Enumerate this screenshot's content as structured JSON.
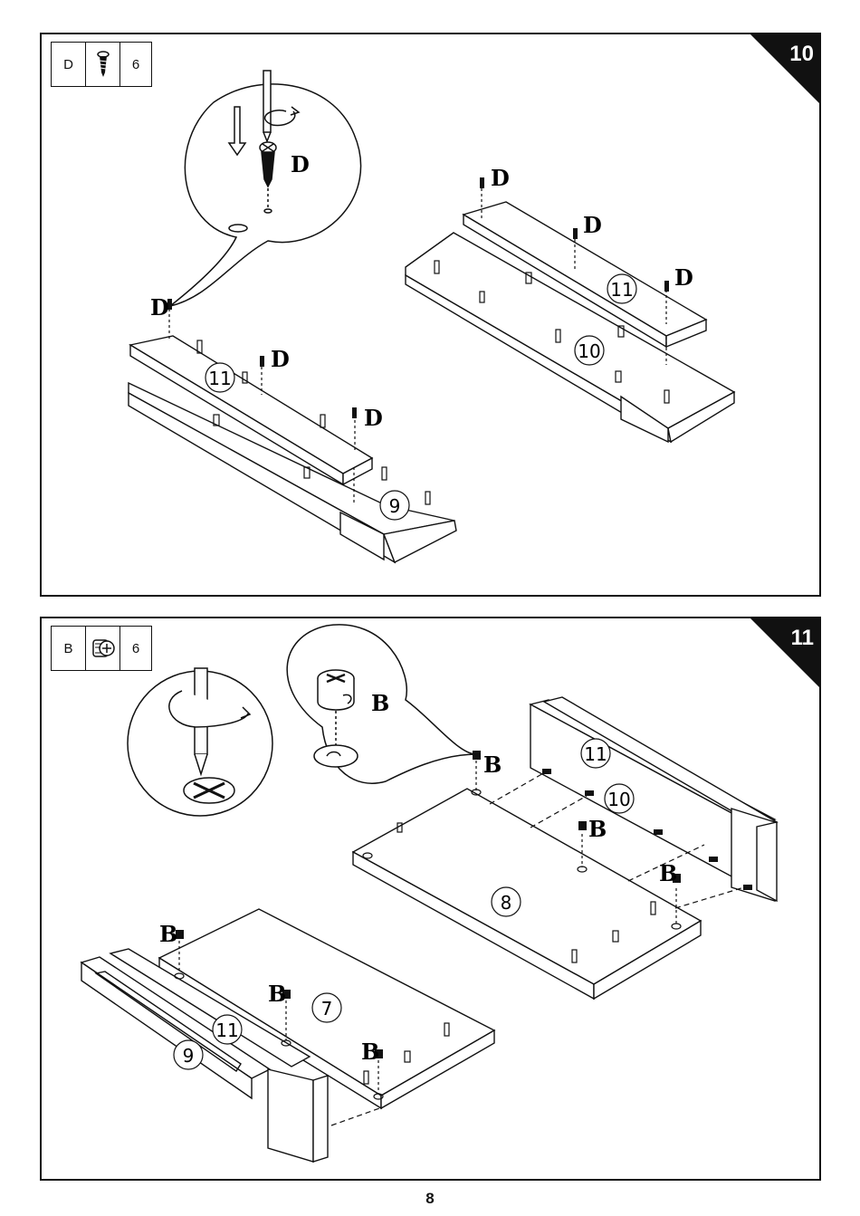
{
  "step10": {
    "number": "10",
    "part_letter": "D",
    "part_icon": "screw-icon",
    "part_qty": "6",
    "part_labels": [
      "9",
      "10",
      "11"
    ],
    "hardware_label": "D"
  },
  "step11": {
    "number": "11",
    "part_letter": "B",
    "part_icon": "cam-lock-icon",
    "part_qty": "6",
    "part_labels": [
      "7",
      "8",
      "9",
      "10",
      "11"
    ],
    "hardware_label": "B"
  },
  "page_number": "8"
}
